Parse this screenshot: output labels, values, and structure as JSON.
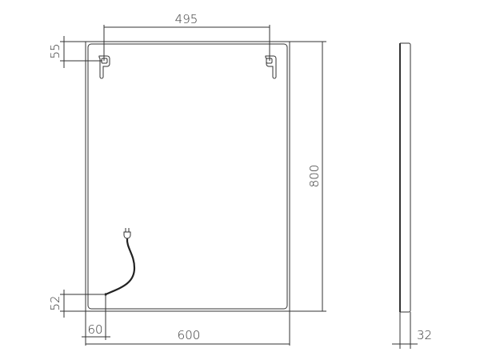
{
  "dimensions": {
    "hook_spacing": "495",
    "hook_top_offset": "55",
    "height": "800",
    "cable_bottom_offset": "52",
    "cable_side_offset": "60",
    "width": "600",
    "depth": "32"
  },
  "colors": {
    "line": "#333333",
    "background": "#ffffff"
  }
}
